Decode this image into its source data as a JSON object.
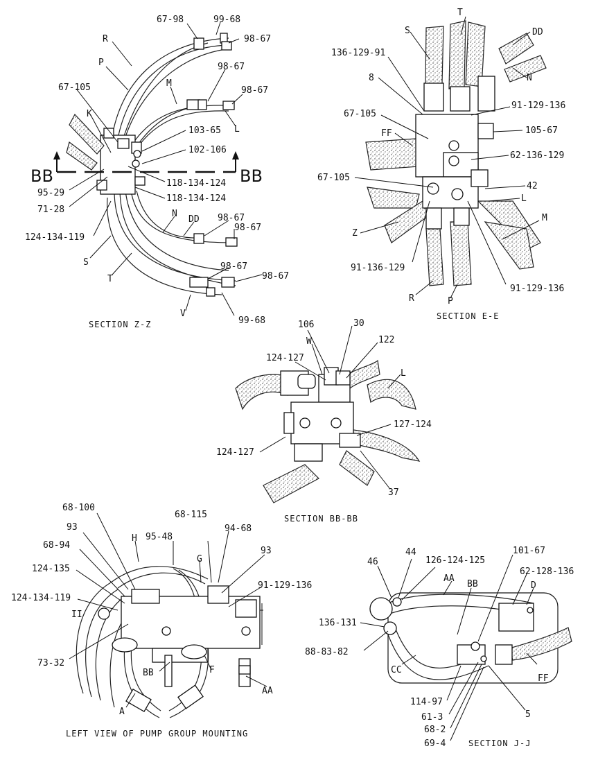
{
  "section_zz": {
    "caption": "SECTION Z-Z",
    "labels": [
      "67-98",
      "99-68",
      "98-67",
      "R",
      "P",
      "M",
      "98-67",
      "98-67",
      "67-105",
      "K",
      "L",
      "103-65",
      "102-106",
      "BB",
      "BB",
      "118-134-124",
      "95-29",
      "71-28",
      "118-134-124",
      "N",
      "DD",
      "98-67",
      "98-67",
      "124-134-119",
      "S",
      "T",
      "98-67",
      "98-67",
      "V",
      "99-68"
    ]
  },
  "section_ee": {
    "caption": "SECTION E-E",
    "labels": [
      "T",
      "DD",
      "S",
      "136-129-91",
      "N",
      "8",
      "91-129-136",
      "67-105",
      "105-67",
      "FF",
      "62-136-129",
      "67-105",
      "42",
      "L",
      "M",
      "Z",
      "91-136-129",
      "91-129-136",
      "R",
      "P"
    ]
  },
  "section_bbbb": {
    "caption": "SECTION BB-BB",
    "labels": [
      "106",
      "30",
      "W",
      "122",
      "124-127",
      "L",
      "127-124",
      "124-127",
      "37"
    ]
  },
  "left_view": {
    "caption": "LEFT VIEW OF PUMP GROUP MOUNTING",
    "labels": [
      "68-100",
      "68-115",
      "93",
      "H",
      "95-48",
      "94-68",
      "68-94",
      "G",
      "93",
      "124-135",
      "91-129-136",
      "124-134-119",
      "II",
      "73-32",
      "BB",
      "F",
      "AA",
      "A"
    ]
  },
  "section_jj": {
    "caption": "SECTION J-J",
    "labels": [
      "46",
      "44",
      "126-124-125",
      "101-67",
      "AA",
      "BB",
      "62-128-136",
      "D",
      "136-131",
      "88-83-82",
      "CC",
      "FF",
      "114-97",
      "61-3",
      "5",
      "68-2",
      "69-4"
    ]
  }
}
